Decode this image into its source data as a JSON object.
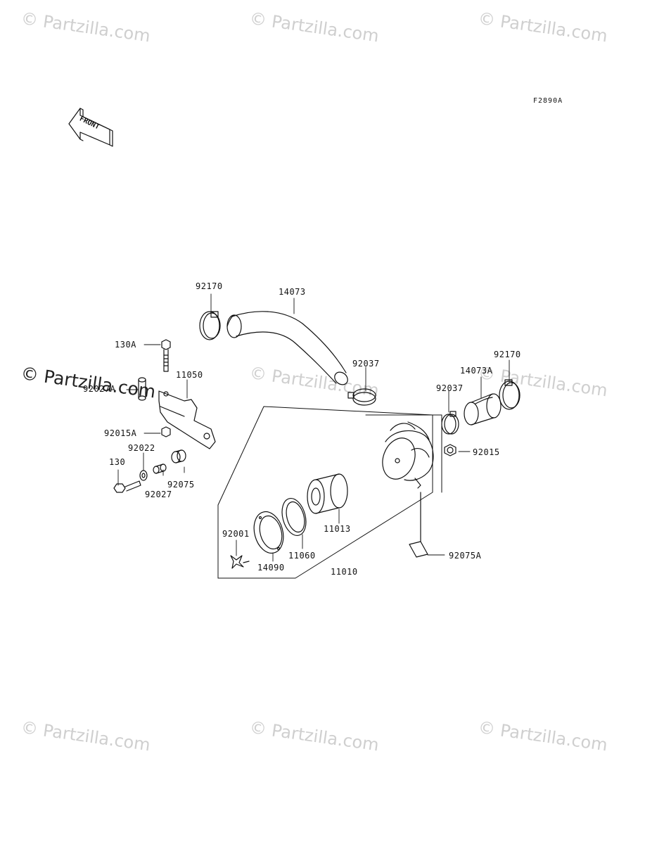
{
  "figure": {
    "code": "F2890A",
    "front_label": "FRONT"
  },
  "watermark": {
    "text": "© Partzilla.com"
  },
  "parts": {
    "p92170a": "92170",
    "p14073": "14073",
    "p130a": "130A",
    "p11050": "11050",
    "p92027a": "92027A",
    "p92037a": "92037",
    "p92170b": "92170",
    "p14073a": "14073A",
    "p92037b": "92037",
    "p92015a": "92015A",
    "p92022": "92022",
    "p130": "130",
    "p92075": "92075",
    "p92027": "92027",
    "p92015": "92015",
    "p92001": "92001",
    "p11013": "11013",
    "p11060": "11060",
    "p14090": "14090",
    "p11010": "11010",
    "p92075a": "92075A"
  }
}
